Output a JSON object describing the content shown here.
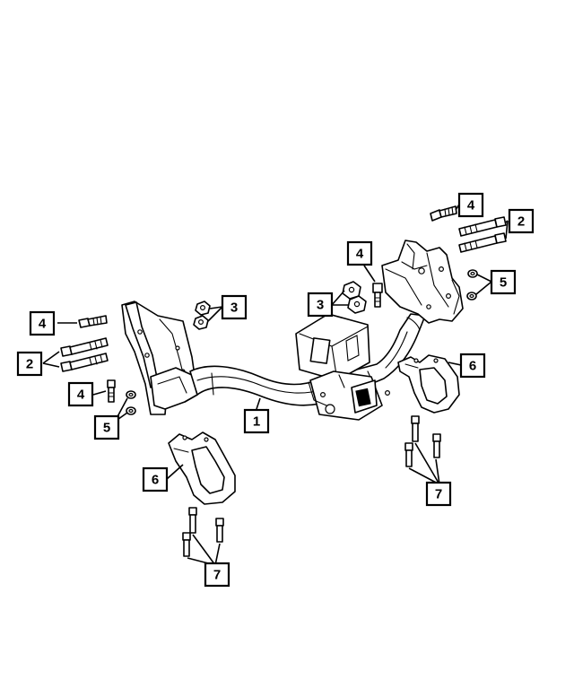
{
  "callouts": [
    {
      "label": "1",
      "part": "hitch-receiver-assembly"
    },
    {
      "label": "2",
      "part": "bolt-long-left"
    },
    {
      "label": "2",
      "part": "bolt-long-right"
    },
    {
      "label": "3",
      "part": "nut-left"
    },
    {
      "label": "3",
      "part": "nut-center"
    },
    {
      "label": "4",
      "part": "bolt-short-left-top"
    },
    {
      "label": "4",
      "part": "bolt-short-left-bottom"
    },
    {
      "label": "4",
      "part": "bolt-short-center"
    },
    {
      "label": "4",
      "part": "bolt-short-right-top"
    },
    {
      "label": "5",
      "part": "washer-left"
    },
    {
      "label": "5",
      "part": "washer-right"
    },
    {
      "label": "6",
      "part": "tow-hook-left"
    },
    {
      "label": "6",
      "part": "tow-hook-right"
    },
    {
      "label": "7",
      "part": "tow-hook-bolts-left"
    },
    {
      "label": "7",
      "part": "tow-hook-bolts-right"
    }
  ]
}
